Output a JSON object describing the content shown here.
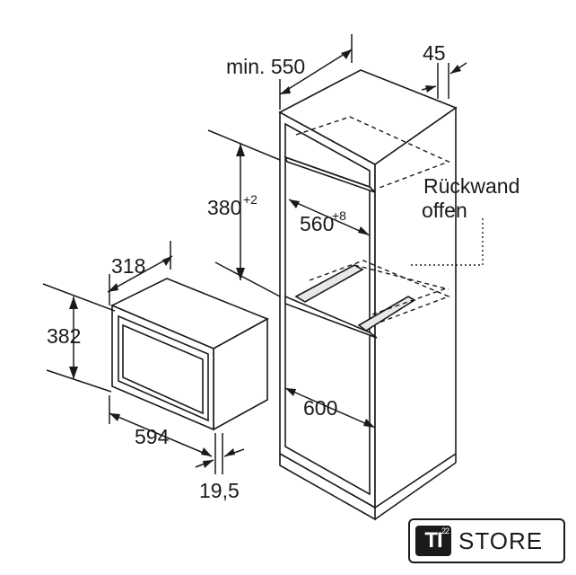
{
  "dimensions": {
    "min_depth": "min. 550",
    "edge_45": "45",
    "niche_height": "380",
    "niche_height_tol": "+2",
    "niche_width": "560",
    "niche_width_tol": "+8",
    "cabinet_depth": "600",
    "device_depth": "318",
    "device_height": "382",
    "device_width": "594",
    "front_overhang": "19,5"
  },
  "note": {
    "line1": "Rückwand",
    "line2": "offen"
  },
  "logo": {
    "mark": "TI",
    "mark_sup": "22",
    "text": "STORE"
  }
}
